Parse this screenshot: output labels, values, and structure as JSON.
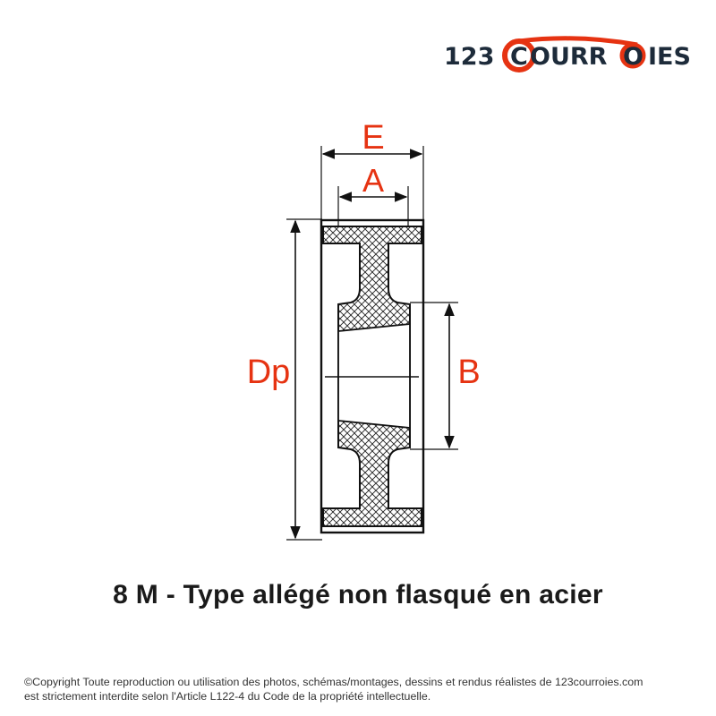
{
  "brand": {
    "prefix": "123",
    "letter_c": "C",
    "middle_left": "OURR",
    "letter_o": "O",
    "suffix": "IES",
    "color_dark": "#1d2b3a",
    "color_accent": "#e63312"
  },
  "diagram": {
    "labels": {
      "e": "E",
      "a": "A",
      "dp": "Dp",
      "b": "B"
    },
    "label_color": "#e63312",
    "line_color": "#111111"
  },
  "caption": "8 M - Type allégé non flasqué en acier",
  "copyright": {
    "line1": "©Copyright Toute reproduction ou utilisation des photos, schémas/montages, dessins et rendus réalistes de 123courroies.com",
    "line2": "est strictement interdite selon l'Article L122-4 du Code de la propriété intellectuelle."
  }
}
